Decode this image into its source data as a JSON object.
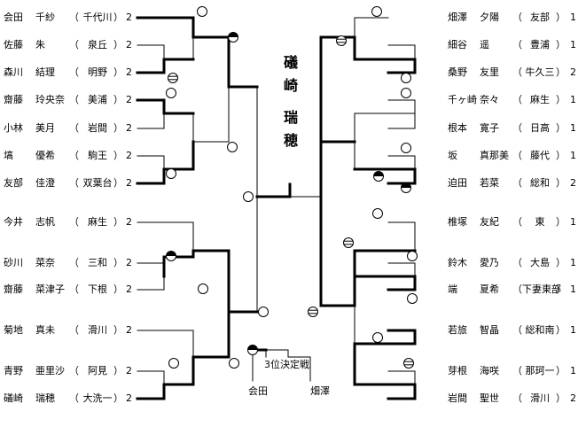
{
  "champion": [
    "礒",
    "崎",
    "瑞",
    "穂"
  ],
  "third_place": {
    "label": "3位決定戦",
    "left": "会田",
    "right": "畑澤"
  },
  "left": [
    {
      "surname": "会田",
      "given": "千紗",
      "school": "千代川",
      "score": "2"
    },
    {
      "surname": "佐藤",
      "given": "朱",
      "school": "泉丘",
      "score": "2"
    },
    {
      "surname": "森川",
      "given": "結理",
      "school": "明野",
      "score": "2"
    },
    {
      "surname": "齋藤",
      "given": "玲央奈",
      "school": "美浦",
      "score": "2"
    },
    {
      "surname": "小林",
      "given": "美月",
      "school": "岩間",
      "score": "2"
    },
    {
      "surname": "塙",
      "given": "優希",
      "school": "駒王",
      "score": "2"
    },
    {
      "surname": "友部",
      "given": "佳澄",
      "school": "双葉台",
      "score": "2"
    },
    {
      "surname": "今井",
      "given": "志帆",
      "school": "麻生",
      "score": "2"
    },
    {
      "surname": "砂川",
      "given": "菜奈",
      "school": "三和",
      "score": "2"
    },
    {
      "surname": "齋藤",
      "given": "菜津子",
      "school": "下根",
      "score": "2"
    },
    {
      "surname": "菊地",
      "given": "真未",
      "school": "滑川",
      "score": "2"
    },
    {
      "surname": "青野",
      "given": "亜里沙",
      "school": "阿見",
      "score": "2"
    },
    {
      "surname": "礒崎",
      "given": "瑞穂",
      "school": "大洗一",
      "score": "2"
    }
  ],
  "right": [
    {
      "surname": "畑澤",
      "given": "夕陽",
      "school": "友部",
      "score": "1"
    },
    {
      "surname": "細谷",
      "given": "遥",
      "school": "豊浦",
      "score": "1"
    },
    {
      "surname": "桑野",
      "given": "友里",
      "school": "牛久三",
      "score": "2"
    },
    {
      "surname": "千ヶ崎",
      "given": "奈々",
      "school": "麻生",
      "score": "1"
    },
    {
      "surname": "根本",
      "given": "寛子",
      "school": "日高",
      "score": "1"
    },
    {
      "surname": "坂",
      "given": "真那美",
      "school": "藤代",
      "score": "1"
    },
    {
      "surname": "迫田",
      "given": "若菜",
      "school": "総和",
      "score": "2"
    },
    {
      "surname": "椎塚",
      "given": "友紀",
      "school": "東",
      "score": "1"
    },
    {
      "surname": "鈴木",
      "given": "愛乃",
      "school": "大島",
      "score": "1"
    },
    {
      "surname": "端",
      "given": "夏希",
      "school": "下妻東部",
      "score": "1"
    },
    {
      "surname": "若旅",
      "given": "智晶",
      "school": "総和南",
      "score": "1"
    },
    {
      "surname": "芽根",
      "given": "海咲",
      "school": "那珂一",
      "score": "1"
    },
    {
      "surname": "岩間",
      "given": "聖世",
      "school": "滑川",
      "score": "2"
    }
  ]
}
